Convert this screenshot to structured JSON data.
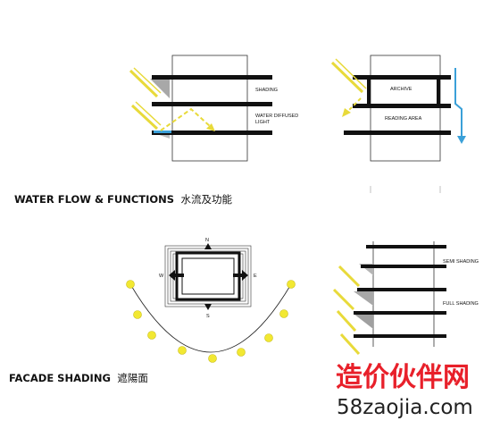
{
  "section1": {
    "heading_en": "WATER FLOW & FUNCTIONS",
    "heading_cn": "水流及功能",
    "left_panel": {
      "label_shading": "SHADING",
      "label_diffused_1": "WATER DIFFUSED",
      "label_diffused_2": "LIGHT"
    },
    "right_panel": {
      "label_archive": "ARCHIVE",
      "label_reading": "READING AREA"
    }
  },
  "section2": {
    "heading_en": "FACADE SHADING",
    "heading_cn": "遮陽面",
    "compass": {
      "north": "N",
      "south": "S",
      "east": "E",
      "west": "W"
    },
    "right_panel": {
      "label_semi": "SEMI SHADING",
      "label_full": "FULL SHADING"
    }
  },
  "watermark": {
    "cn": "造价伙伴网",
    "url": "58zaojia.com"
  },
  "colors": {
    "sun": "#f2e832",
    "sun_ray": "#e8da3a",
    "water": "#3aa0d8",
    "shadow": "#a8a8a8",
    "watermark_red": "#e8202a"
  }
}
